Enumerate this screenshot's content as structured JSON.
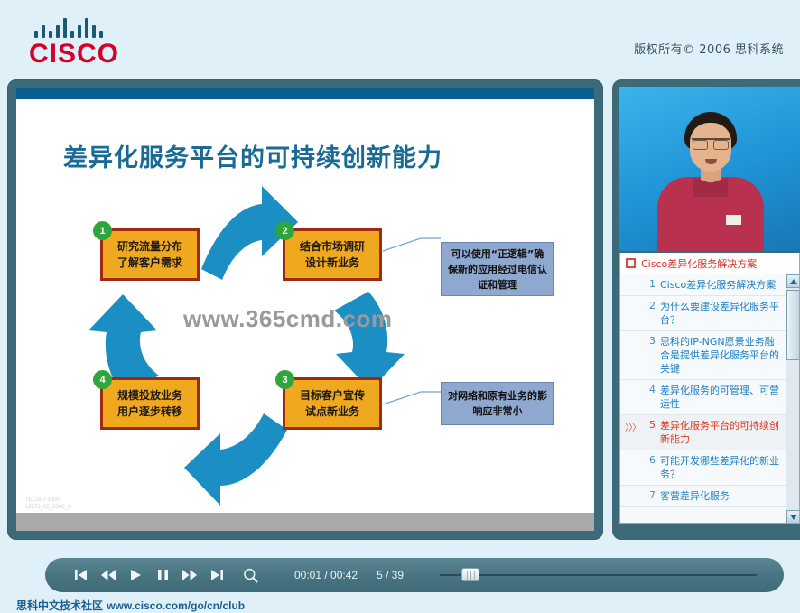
{
  "header": {
    "logo_word": "CISCO",
    "logo_bar_heights": [
      8,
      14,
      8,
      14,
      22,
      8,
      14,
      22,
      14,
      8
    ],
    "copyright": "版权所有© 2006 思科系统",
    "brand_red": "#d4002a",
    "brand_blue": "#1a5878"
  },
  "slide": {
    "title": "差异化服务平台的可持续创新能力",
    "watermark": "www.365cmd.com",
    "footnote_line1": "TEC\\A/T-1000",
    "footnote_line2": "12576_05_2006_X",
    "boxes": [
      {
        "num": "1",
        "line1": "研究流量分布",
        "line2": "了解客户需求"
      },
      {
        "num": "2",
        "line1": "结合市场调研",
        "line2": "设计新业务"
      },
      {
        "num": "3",
        "line1": "目标客户宣传",
        "line2": "试点新业务"
      },
      {
        "num": "4",
        "line1": "规模投放业务",
        "line2": "用户逐步转移"
      }
    ],
    "callouts": [
      {
        "text": "可以使用“正逻辑”确保新的应用经过电信认证和管理"
      },
      {
        "text": "对网络和原有业务的影响应非常小"
      }
    ],
    "colors": {
      "box_fill": "#f0a81e",
      "box_border": "#9e2a12",
      "badge": "#2fa63b",
      "callout_fill": "#8fa8cf",
      "arrow": "#1b8fc4",
      "title": "#1a6a96",
      "top_bar": "#0b5f8f"
    }
  },
  "right_panel": {
    "chapter_header": "Cisco差异化服务解决方案",
    "chapters": [
      {
        "num": "1",
        "text": "Cisco差异化服务解决方案",
        "active": false
      },
      {
        "num": "2",
        "text": "为什么要建设差异化服务平台？",
        "active": false
      },
      {
        "num": "3",
        "text": "思科的IP-NGN愿景业务融合是提供差异化服务平台的关键",
        "active": false
      },
      {
        "num": "4",
        "text": "差异化服务的可管理、可营运性",
        "active": false
      },
      {
        "num": "5",
        "text": "差异化服务平台的可持续创新能力",
        "active": true,
        "marker": "〉〉〉"
      },
      {
        "num": "6",
        "text": "可能开发哪些差异化的新业务？",
        "active": false
      },
      {
        "num": "7",
        "text": "客营差异化服务",
        "active": false,
        "partial": true
      }
    ],
    "scroll_up_icon": "chevron-up-icon",
    "scroll_down_icon": "chevron-down-icon"
  },
  "player": {
    "controls": [
      {
        "name": "skip-to-start-button",
        "icon": "skip-back-icon"
      },
      {
        "name": "rewind-button",
        "icon": "rewind-icon"
      },
      {
        "name": "play-button",
        "icon": "play-icon"
      },
      {
        "name": "pause-button",
        "icon": "pause-icon"
      },
      {
        "name": "fast-forward-button",
        "icon": "fast-forward-icon"
      },
      {
        "name": "skip-to-end-button",
        "icon": "skip-forward-icon"
      },
      {
        "name": "zoom-button",
        "icon": "magnifier-icon"
      }
    ],
    "time": "00:01 / 00:42",
    "slide_counter": "5 / 39",
    "seek_percent": 4
  },
  "footer": {
    "label": "思科中文技术社区",
    "url": "www.cisco.com/go/cn/club"
  }
}
